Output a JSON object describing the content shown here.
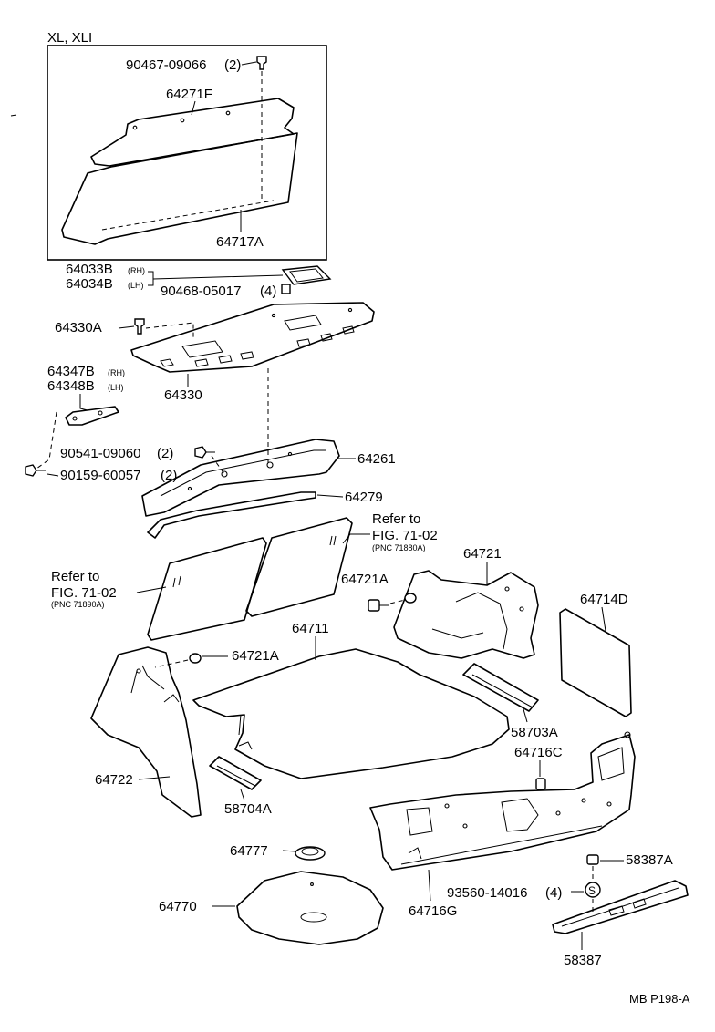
{
  "diagram": {
    "inset_variant": "XL, XLI",
    "drawing_code": "MB P198-A",
    "labels": {
      "p90467": "90467-09066",
      "p90467_qty": "(2)",
      "p64271F": "64271F",
      "p64717A": "64717A",
      "p64033B": "64033B",
      "p64033B_side": "(RH)",
      "p64034B": "64034B",
      "p64034B_side": "(LH)",
      "p90468": "90468-05017",
      "p90468_qty": "(4)",
      "p64330A": "64330A",
      "p64347B": "64347B",
      "p64347B_side": "(RH)",
      "p64348B": "64348B",
      "p64348B_side": "(LH)",
      "p64330": "64330",
      "p90541": "90541-09060",
      "p90541_qty": "(2)",
      "p90159": "90159-60057",
      "p90159_qty": "(2)",
      "p64261": "64261",
      "p64279": "64279",
      "ref_right_1": "Refer to",
      "ref_right_2": "FIG. 71-02",
      "ref_right_pnc": "(PNC 71880A)",
      "ref_left_1": "Refer to",
      "ref_left_2": "FIG. 71-02",
      "ref_left_pnc": "(PNC 71890A)",
      "p64721": "64721",
      "p64721A_top": "64721A",
      "p64714D": "64714D",
      "p64711": "64711",
      "p64721A_mid": "64721A",
      "p58703A": "58703A",
      "p64716C": "64716C",
      "p64722": "64722",
      "p58704A": "58704A",
      "p64777": "64777",
      "p58387A": "58387A",
      "p93560": "93560-14016",
      "p93560_qty": "(4)",
      "p93560_mark": "S",
      "p64770": "64770",
      "p64716G": "64716G",
      "p58387": "58387"
    }
  }
}
